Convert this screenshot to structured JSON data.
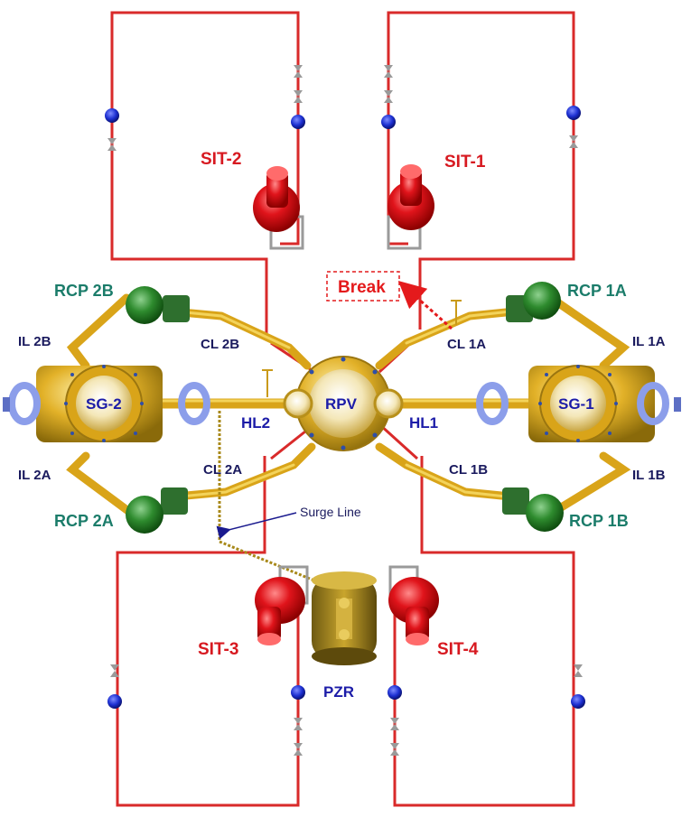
{
  "colors": {
    "sit_label": "#d71920",
    "loop_label": "#1a1a5e",
    "rcp_label": "#1b7c6a",
    "component_label": "#1c1ca8",
    "injection_line": "#d92a2a",
    "primary_pipe": "#d9a419",
    "rcp_body": "#2e8b2e",
    "sit_tank": "#e0141b",
    "valve": "#1c2fd1",
    "break_marker": "#e41a1c"
  },
  "labels": {
    "sit1": "SIT-1",
    "sit2": "SIT-2",
    "sit3": "SIT-3",
    "sit4": "SIT-4",
    "break": "Break",
    "rcp1a": "RCP 1A",
    "rcp1b": "RCP 1B",
    "rcp2a": "RCP 2A",
    "rcp2b": "RCP 2B",
    "il1a": "IL 1A",
    "il1b": "IL 1B",
    "il2a": "IL 2A",
    "il2b": "IL 2B",
    "cl1a": "CL 1A",
    "cl1b": "CL 1B",
    "cl2a": "CL 2A",
    "cl2b": "CL 2B",
    "sg1": "SG-1",
    "sg2": "SG-2",
    "rpv": "RPV",
    "hl1": "HL1",
    "hl2": "HL2",
    "surge_line": "Surge Line",
    "pzr": "PZR"
  },
  "icons": {
    "valve": "valve-icon",
    "check_valve": "check-valve-icon",
    "pump": "pump-icon",
    "tank": "tank-icon"
  }
}
